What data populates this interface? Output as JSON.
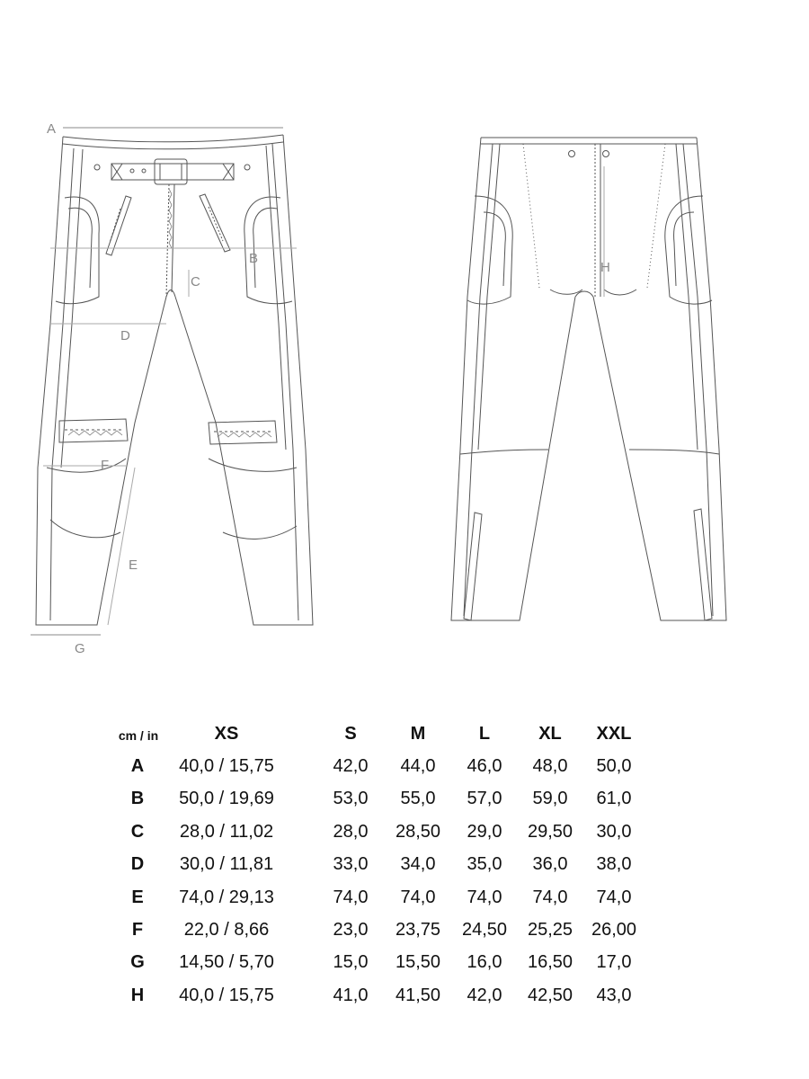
{
  "drawing": {
    "labels": {
      "a": "A",
      "b": "B",
      "c": "C",
      "d": "D",
      "e": "E",
      "f": "F",
      "g": "G",
      "h": "H"
    },
    "stroke_color": "#555555",
    "label_color": "#888888"
  },
  "table": {
    "unit_label": "cm / in",
    "columns": [
      "XS",
      "S",
      "M",
      "L",
      "XL",
      "XXL"
    ],
    "rows": [
      {
        "label": "A",
        "values": [
          "40,0 / 15,75",
          "42,0",
          "44,0",
          "46,0",
          "48,0",
          "50,0"
        ]
      },
      {
        "label": "B",
        "values": [
          "50,0 / 19,69",
          "53,0",
          "55,0",
          "57,0",
          "59,0",
          "61,0"
        ]
      },
      {
        "label": "C",
        "values": [
          "28,0 / 11,02",
          "28,0",
          "28,50",
          "29,0",
          "29,50",
          "30,0"
        ]
      },
      {
        "label": "D",
        "values": [
          "30,0 / 11,81",
          "33,0",
          "34,0",
          "35,0",
          "36,0",
          "38,0"
        ]
      },
      {
        "label": "E",
        "values": [
          "74,0 / 29,13",
          "74,0",
          "74,0",
          "74,0",
          "74,0",
          "74,0"
        ]
      },
      {
        "label": "F",
        "values": [
          "22,0 / 8,66",
          "23,0",
          "23,75",
          "24,50",
          "25,25",
          "26,00"
        ]
      },
      {
        "label": "G",
        "values": [
          "14,50 / 5,70",
          "15,0",
          "15,50",
          "16,0",
          "16,50",
          "17,0"
        ]
      },
      {
        "label": "H",
        "values": [
          "40,0 / 15,75",
          "41,0",
          "41,50",
          "42,0",
          "42,50",
          "43,0"
        ]
      }
    ]
  }
}
